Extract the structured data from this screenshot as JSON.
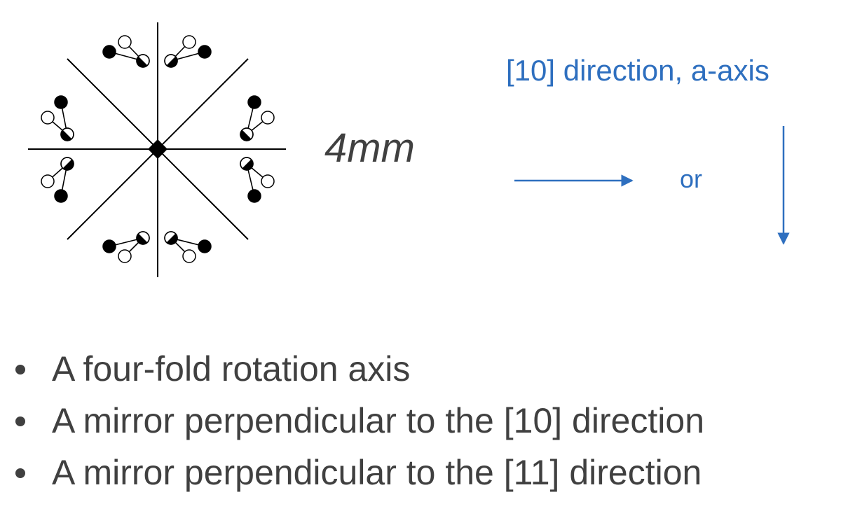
{
  "diagram": {
    "point_group": "4mm",
    "direction_label": "[10] direction, a-axis",
    "or_label": "or",
    "colors": {
      "accent": "#2e6fbf",
      "lines": "#000000",
      "text": "#404040"
    },
    "center_symbol": "diamond-fourfold-axis-icon",
    "motif": "three-atom-group",
    "motif_count": 8
  },
  "bullets": [
    "A four-fold rotation axis",
    "A mirror perpendicular to the [10]  direction",
    "A mirror perpendicular to the [11] direction"
  ]
}
